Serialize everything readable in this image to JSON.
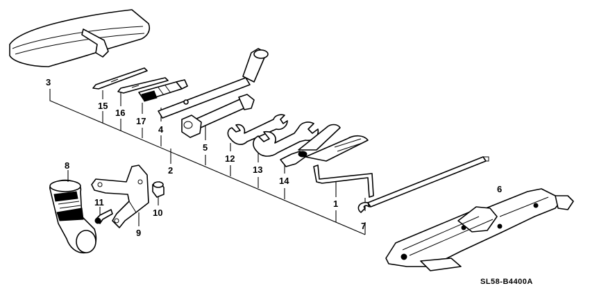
{
  "diagram": {
    "reference_code": "SL58-B4400A",
    "callouts": {
      "c1": "1",
      "c2": "2",
      "c3": "3",
      "c4": "4",
      "c5": "5",
      "c6": "6",
      "c7": "7",
      "c8": "8",
      "c9": "9",
      "c10": "10",
      "c11": "11",
      "c12": "12",
      "c13": "13",
      "c14": "14",
      "c15": "15",
      "c16": "16",
      "c17": "17"
    }
  }
}
